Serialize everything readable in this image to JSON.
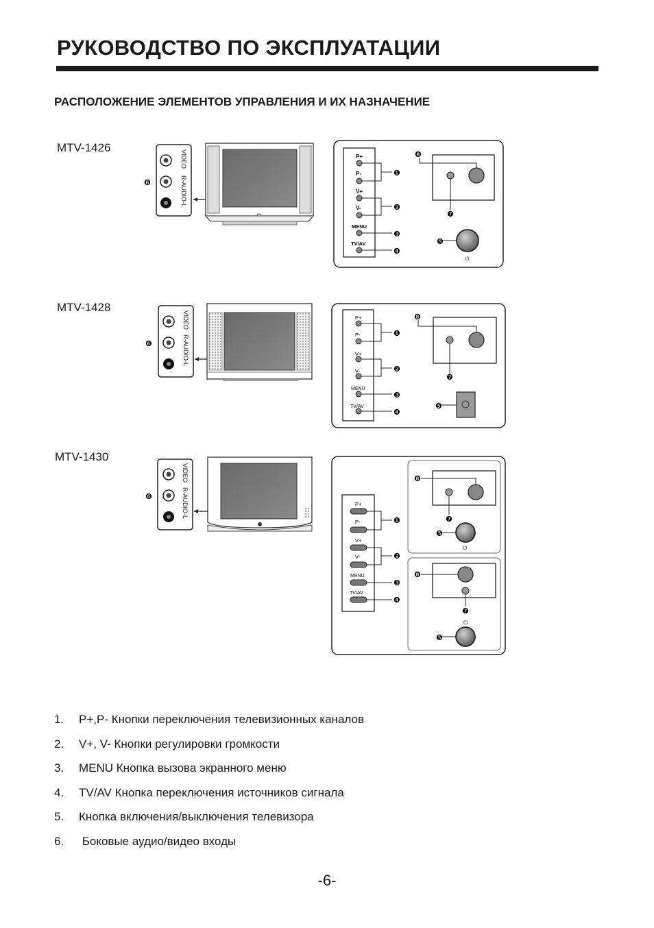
{
  "title": "РУКОВОДСТВО ПО ЭКСПЛУАТАЦИИ",
  "subtitle": "РАСПОЛОЖЕНИЕ ЭЛЕМЕНТОВ УПРАВЛЕНИЯ И ИХ НАЗНАЧЕНИЕ",
  "models": [
    {
      "name": "MTV-1426"
    },
    {
      "name": "MTV-1428"
    },
    {
      "name": "MTV-1430"
    }
  ],
  "jack_labels": {
    "video": "VIDEO",
    "audio": "R-AUDIO-L"
  },
  "buttons": {
    "p_plus": "P+",
    "p_minus": "P-",
    "v_plus": "V+",
    "v_minus": "V-",
    "menu": "MENU",
    "tvav": "TV/AV"
  },
  "markers": [
    "❶",
    "❷",
    "❸",
    "❹",
    "❺",
    "❻",
    "❼",
    "❽"
  ],
  "legend": [
    {
      "num": "1.",
      "text": "P+,P- Кнопки переключения телевизионных каналов"
    },
    {
      "num": "2.",
      "text": "V+, V- Кнопки регулировки громкости"
    },
    {
      "num": "3.",
      "text": "MENU Кнопка вызова экранного меню"
    },
    {
      "num": "4.",
      "text": "TV/AV Кнопка переключения источников сигнала"
    },
    {
      "num": "5.",
      "text": "Кнопка включения/выключения телевизора"
    },
    {
      "num": "6.",
      "text": " Боковые аудио/видео входы"
    }
  ],
  "page_number": "-6-"
}
